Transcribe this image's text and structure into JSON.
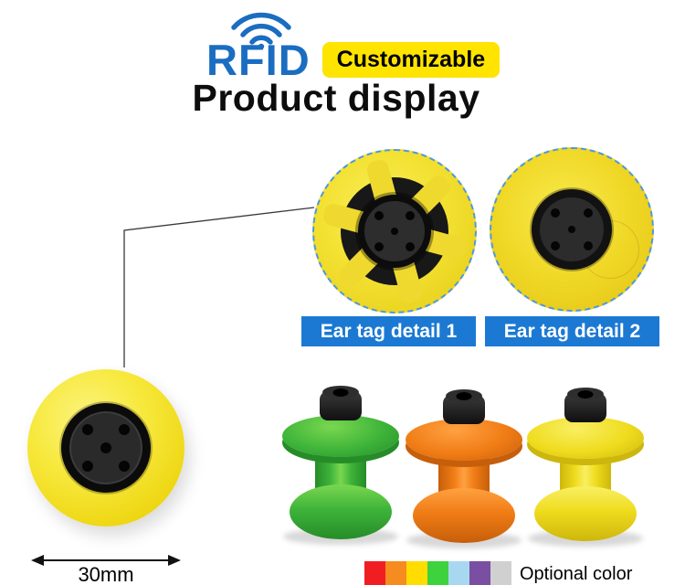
{
  "header": {
    "brand": "RFID",
    "badge": "Customizable",
    "title": "Product display"
  },
  "icons": {
    "logo": "wifi-signal-icon"
  },
  "details": {
    "label1": "Ear tag detail 1",
    "label2": "Ear tag detail 2"
  },
  "dimension": "30mm",
  "colors_section": {
    "label": "Optional color",
    "swatches": [
      "#f01e23",
      "#f68b1f",
      "#ffdd00",
      "#3ed23e",
      "#a8d8f0",
      "#7a4ea3",
      "#d0d0d0"
    ]
  },
  "palette": {
    "brand_blue": "#1a6dc0",
    "badge_yellow": "#ffe400",
    "label_blue": "#1b79d3",
    "tag_yellow": "#f3e132",
    "tag_green": "#3eb43a",
    "tag_orange": "#f07c15"
  }
}
